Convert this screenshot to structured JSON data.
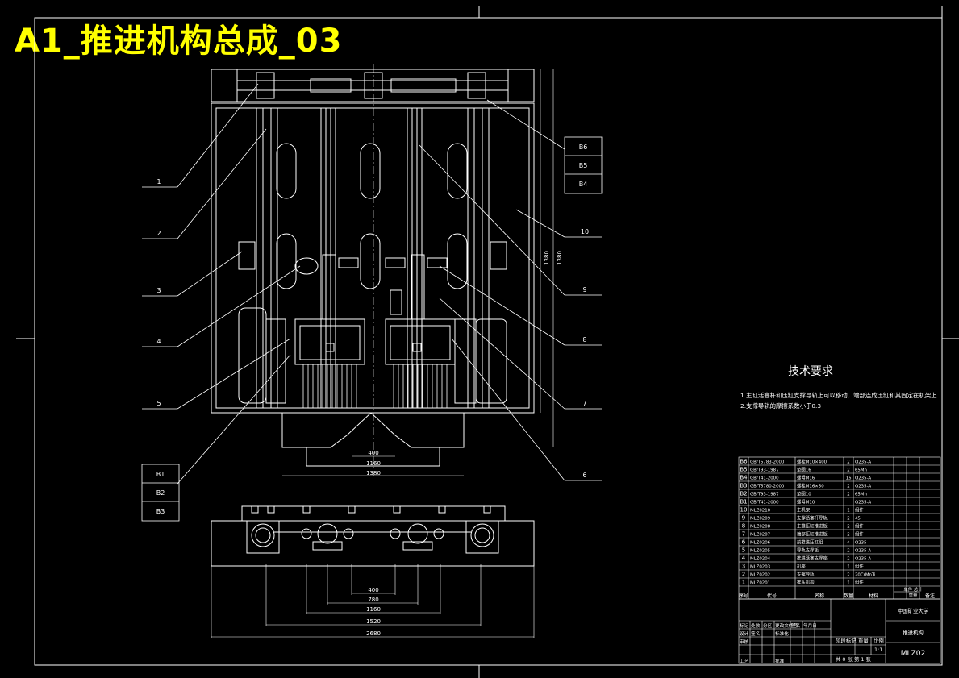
{
  "title": "A1_推进机构总成_03",
  "tech_req": {
    "heading": "技术要求",
    "lines": [
      "1.主缸活塞杆和压缸支撑导轨上可以移动，端部连成压缸和其固定在机架上",
      "2.支撑导轨的摩擦系数小于0.3"
    ]
  },
  "leaders_left": [
    "1",
    "2",
    "3",
    "4",
    "5"
  ],
  "leaders_right": [
    "10",
    "9",
    "8",
    "7",
    "6"
  ],
  "ref_right": [
    "B6",
    "B5",
    "B4"
  ],
  "ref_left": [
    "B1",
    "B2",
    "B3"
  ],
  "dims_front": [
    "400",
    "1160",
    "1380"
  ],
  "dims_bottom": [
    "400",
    "780",
    "1160",
    "1520",
    "2680"
  ],
  "dims_vertical": [
    "1380",
    "1380"
  ],
  "bom": [
    {
      "no": "B6",
      "code": "GB/T5783-2000",
      "name": "螺栓M10×400",
      "qty": "2",
      "mat": "Q235-A"
    },
    {
      "no": "B5",
      "code": "GB/T93-1987",
      "name": "垫圈16",
      "qty": "2",
      "mat": "65Mn"
    },
    {
      "no": "B4",
      "code": "GB/T41-2000",
      "name": "螺母M16",
      "qty": "16",
      "mat": "Q235-A"
    },
    {
      "no": "B3",
      "code": "GB/T5780-2000",
      "name": "螺栓M16×50",
      "qty": "2",
      "mat": "Q235-A"
    },
    {
      "no": "B2",
      "code": "GB/T93-1987",
      "name": "垫圈10",
      "qty": "2",
      "mat": "65Mn"
    },
    {
      "no": "B1",
      "code": "GB/T41-2000",
      "name": "螺母M10",
      "qty": "",
      "mat": "Q235-A"
    },
    {
      "no": "10",
      "code": "MLZ0210",
      "name": "主机架",
      "qty": "1",
      "mat": "组件"
    },
    {
      "no": "9",
      "code": "MLZ0209",
      "name": "支撑活塞杆导轨",
      "qty": "2",
      "mat": "45"
    },
    {
      "no": "8",
      "code": "MLZ0208",
      "name": "主推压缸推进板",
      "qty": "2",
      "mat": "组件"
    },
    {
      "no": "7",
      "code": "MLZ0207",
      "name": "端部压缸推进板",
      "qty": "2",
      "mat": "组件"
    },
    {
      "no": "6",
      "code": "MLZ0206",
      "name": "前推进压缸组",
      "qty": "4",
      "mat": "Q235"
    },
    {
      "no": "5",
      "code": "MLZ0205",
      "name": "导轨支撑板",
      "qty": "2",
      "mat": "Q235-A"
    },
    {
      "no": "4",
      "code": "MLZ0204",
      "name": "推进活塞支撑座",
      "qty": "2",
      "mat": "Q235-A"
    },
    {
      "no": "3",
      "code": "MLZ0203",
      "name": "机座",
      "qty": "1",
      "mat": "组件"
    },
    {
      "no": "2",
      "code": "MLZ0202",
      "name": "支撑导轨",
      "qty": "2",
      "mat": "20CrMnTi"
    },
    {
      "no": "1",
      "code": "MLZ0201",
      "name": "推压机构",
      "qty": "1",
      "mat": "组件"
    }
  ],
  "bom_header": {
    "no": "序号",
    "code": "代号",
    "name": "名称",
    "qty": "数量",
    "mat": "材料",
    "weight": "单件 总计",
    "weight_sub": "重量",
    "note": "备注"
  },
  "title_block": {
    "school": "中国矿业大学",
    "drawing_name": "推进机构",
    "drawing_no": "MLZ02",
    "stage": "阶段标记",
    "weight": "重量",
    "scale": "比例",
    "scale_val": "1:1",
    "sheets": "共 0 张 第 1 张",
    "rows": [
      [
        "标记",
        "处数",
        "分区",
        "更改文件号",
        "签名",
        "年月日"
      ],
      [
        "设计",
        "签名",
        "",
        "标准化",
        "",
        ""
      ],
      [
        "审核",
        "",
        "",
        "",
        "",
        ""
      ],
      [
        "工艺",
        "",
        "",
        "批准",
        "",
        ""
      ]
    ]
  }
}
